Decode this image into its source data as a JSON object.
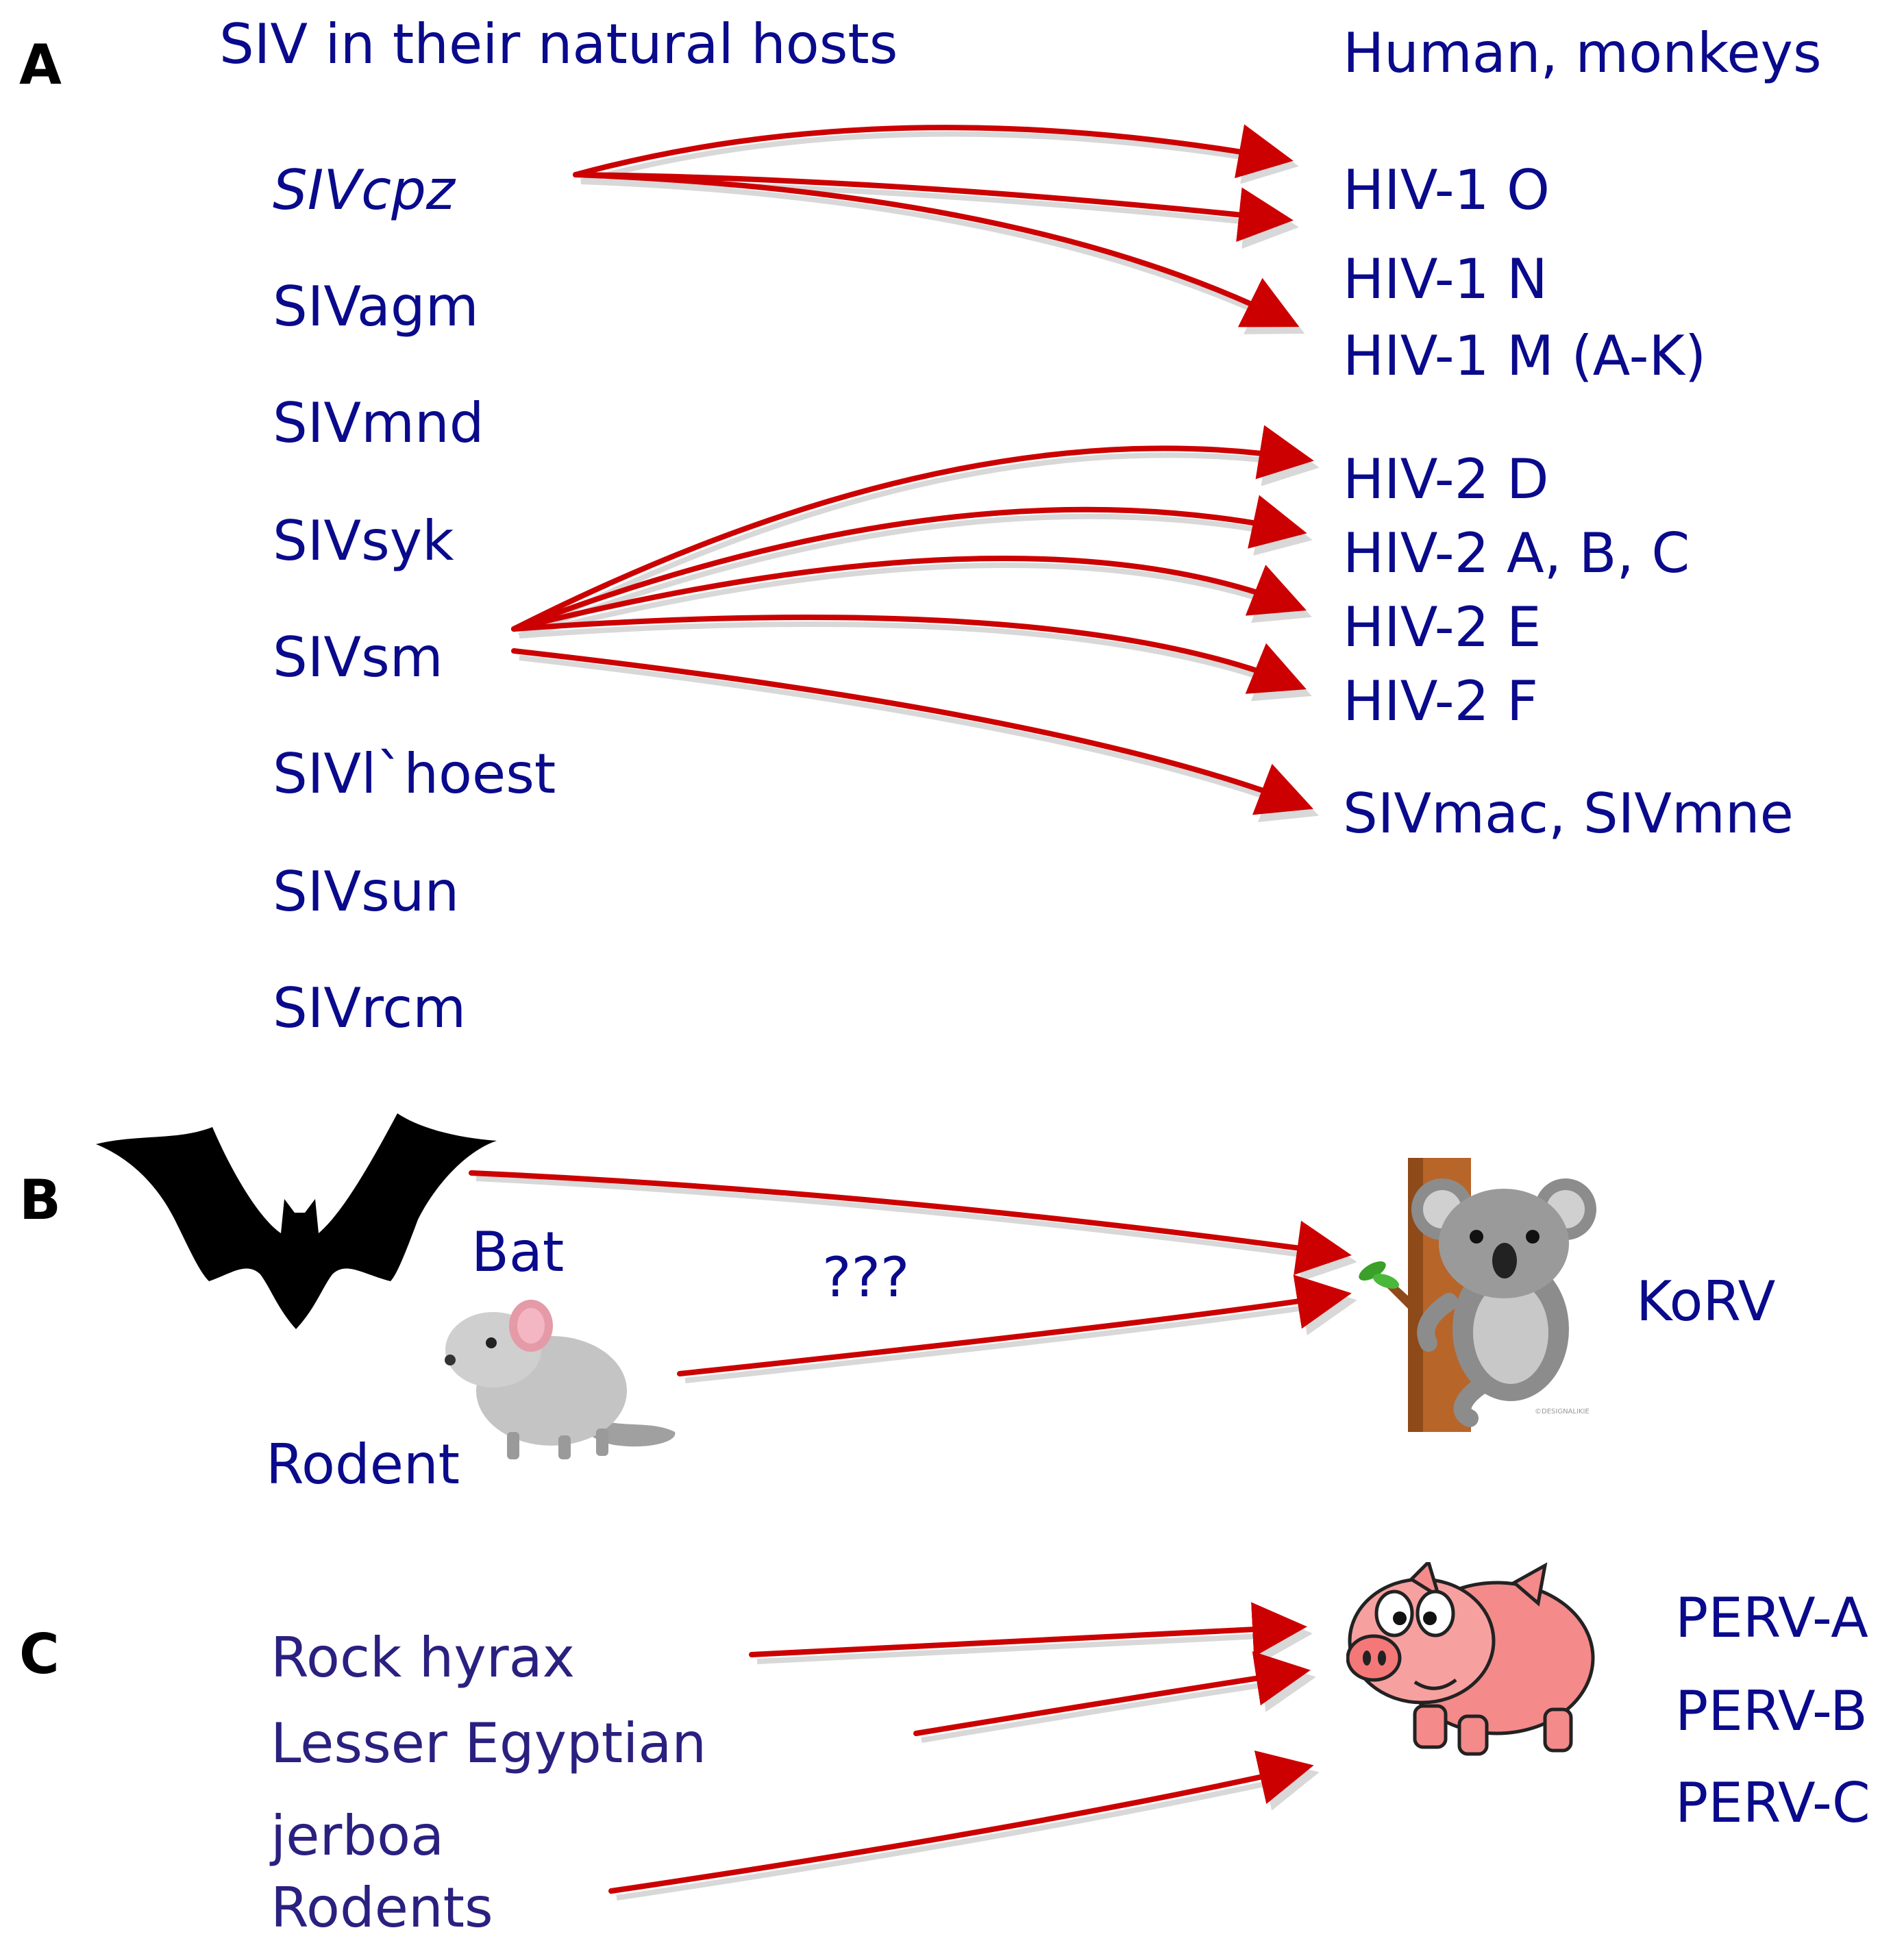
{
  "panels": {
    "a": "A",
    "b": "B",
    "c": "C"
  },
  "panel_a": {
    "left_header": "SIV in their natural hosts",
    "right_header": "Human, monkeys",
    "siv_hosts": [
      "SIVcpz",
      "SIVagm",
      "SIVmnd",
      "SIVsyk",
      "SIVsm",
      "SIVl`hoest",
      "SIVsun",
      "SIVrcm"
    ],
    "targets": [
      "HIV-1 O",
      "HIV-1 N",
      "HIV-1 M (A-K)",
      "HIV-2 D",
      "HIV-2 A, B, C",
      "HIV-2 E",
      "HIV-2 F",
      "SIVmac, SIVmne"
    ]
  },
  "panel_b": {
    "bat_label": "Bat",
    "rodent_label": "Rodent",
    "unknown_label": "???",
    "target_label": "KoRV",
    "icons": {
      "bat": "bat-icon",
      "rodent": "rodent-icon",
      "koala": "koala-icon"
    },
    "watermark": "©DESIGNALIKIE"
  },
  "panel_c": {
    "sources": [
      "Rock hyrax",
      "Lesser Egyptian",
      "jerboa",
      "Rodents"
    ],
    "targets": [
      "PERV-A",
      "PERV-B",
      "PERV-C"
    ],
    "icons": {
      "pig": "pig-icon"
    }
  },
  "colors": {
    "arrow": "#cc0000",
    "text": "#0a0a8c",
    "panel_c_text": "#2a2080"
  }
}
